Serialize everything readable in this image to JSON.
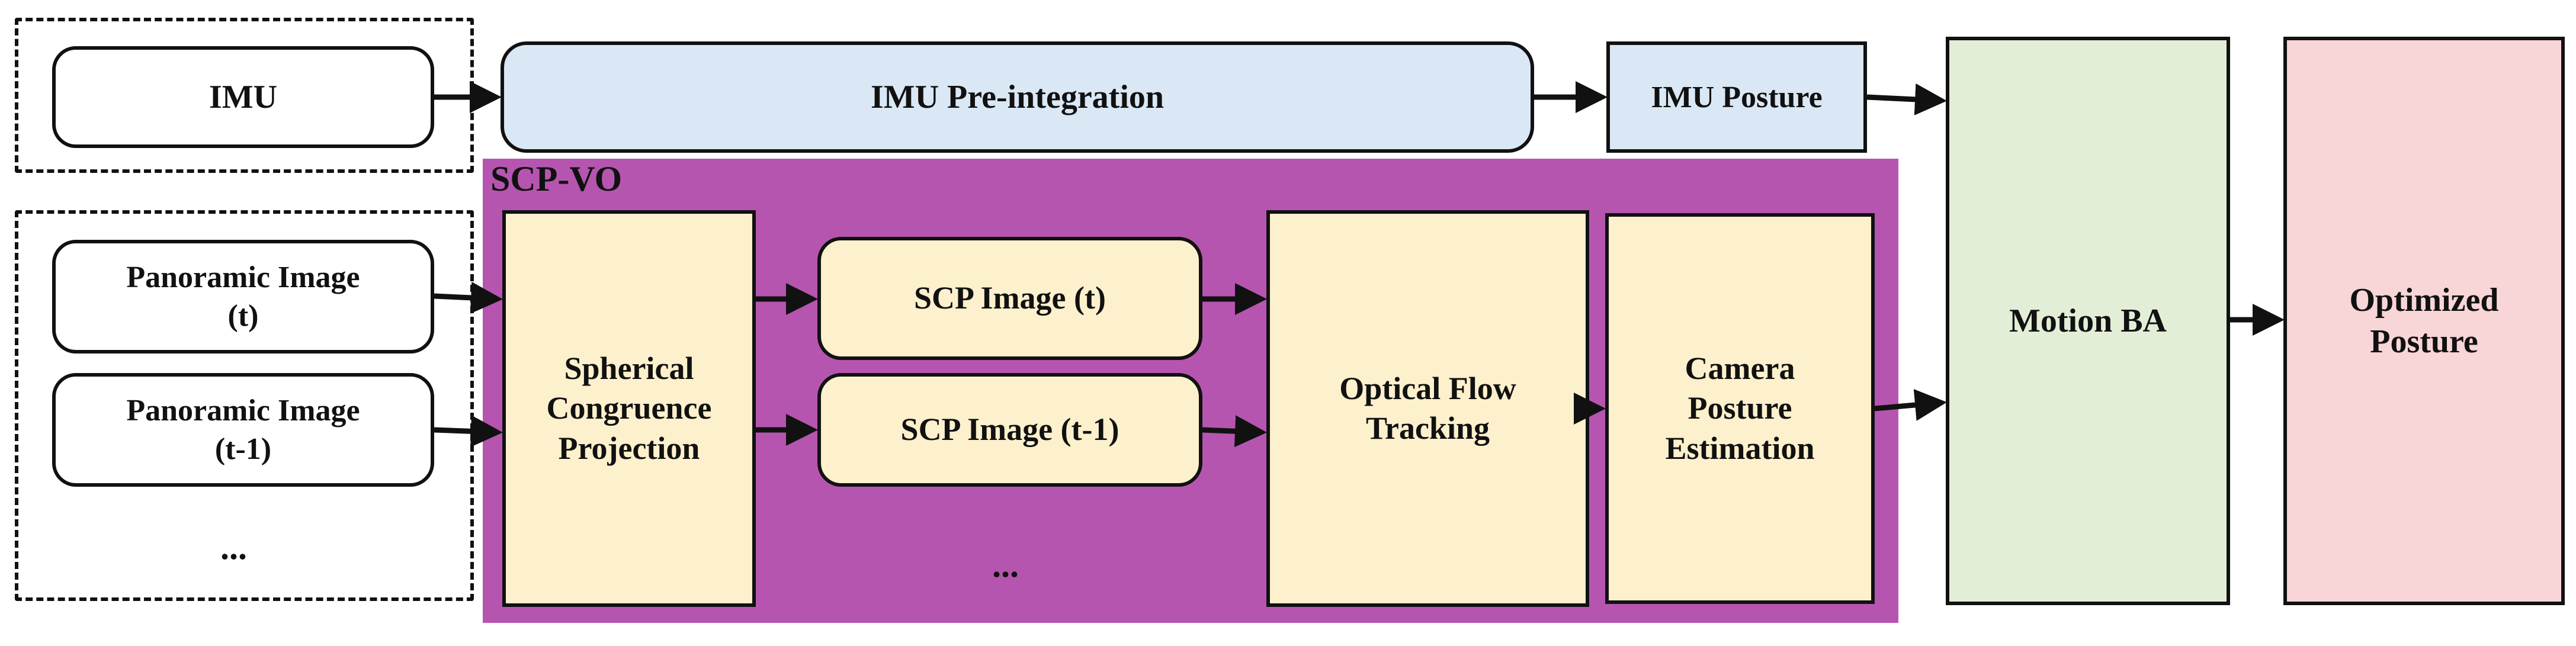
{
  "diagram": {
    "colors": {
      "imu_box": "#ffffff",
      "imu_preintegration": "#dae8f5",
      "imu_posture": "#dae8f5",
      "scp_vo_region": "#b655b0",
      "scp_vo_blocks": "#fdf0cc",
      "motion_ba": "#e2eed6",
      "optimized_posture": "#f8d5d7",
      "stroke": "#111111"
    },
    "imu": {
      "label": "IMU"
    },
    "imu_preintegration": {
      "label": "IMU Pre-integration"
    },
    "imu_posture": {
      "label": "IMU Posture"
    },
    "scp_vo": {
      "title": "SCP-VO"
    },
    "panoramic_t": {
      "label": "Panoramic Image\n(t)"
    },
    "panoramic_t1": {
      "label": "Panoramic Image\n(t-1)"
    },
    "panoramic_more": {
      "label": "..."
    },
    "spherical_projection": {
      "label": "Spherical\nCongruence\nProjection"
    },
    "scp_image_t": {
      "label": "SCP Image (t)"
    },
    "scp_image_t1": {
      "label": "SCP Image (t-1)"
    },
    "scp_more": {
      "label": "..."
    },
    "optical_flow": {
      "label": "Optical Flow\nTracking"
    },
    "camera_posture": {
      "label": "Camera\nPosture\nEstimation"
    },
    "motion_ba": {
      "label": "Motion BA"
    },
    "optimized_posture": {
      "label": "Optimized\nPosture"
    }
  }
}
